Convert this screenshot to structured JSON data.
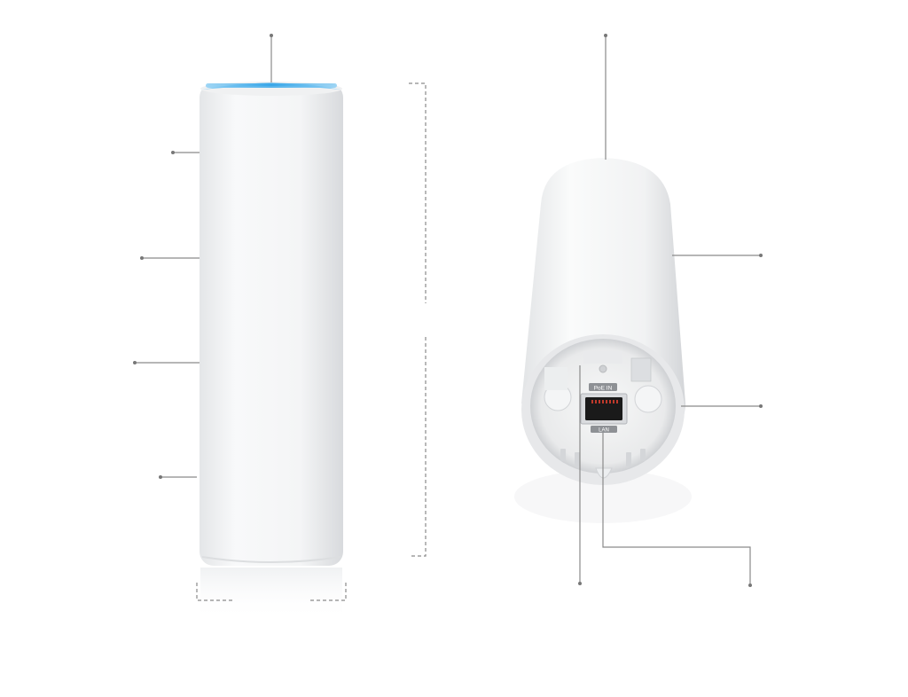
{
  "colors": {
    "background": "#ffffff",
    "device_body": "#f3f4f5",
    "device_shade": "#d9dbde",
    "led_ring": "#3aa7e8",
    "callout_line": "#7a7a7a",
    "dimension_line": "#8a8a8a",
    "port_black": "#1a1a1a"
  },
  "views": {
    "front": {
      "name": "front-view"
    },
    "bottom": {
      "name": "bottom-view"
    }
  },
  "device_markings": {
    "poe_label": "PoE IN",
    "lan_label": "LAN"
  }
}
